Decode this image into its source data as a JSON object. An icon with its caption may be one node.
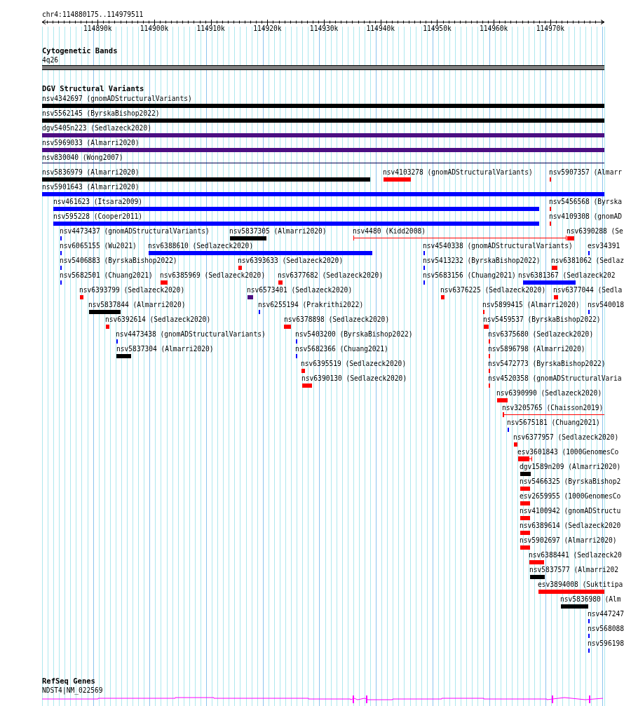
{
  "diagram": {
    "nodes": [
      {
        "text": [
          "4q26"
        ]
      },
      {
        "text": [
          "nsv4342697 (gnomADStructuralVariants)"
        ]
      },
      {
        "text": [
          "nsv5562145 (ByrskaBishop2022)"
        ]
      },
      {
        "text": [
          "dgv5405n223 (Sedlazeck2020)"
        ]
      },
      {
        "text": [
          "nsv5969033 (Almarri2020)"
        ]
      },
      {
        "text": [
          "nsv830040 (Wong2007)"
        ]
      },
      {
        "text": [
          "nsv5836979 (Almarri2020)"
        ]
      },
      {
        "text": [
          "nsv4103278 (gnomADStructuralVariants)"
        ]
      },
      {
        "text": [
          "nsv5907357 (Almarr"
        ]
      },
      {
        "text": [
          "nsv5901643 (Almarri2020)"
        ]
      },
      {
        "text": [
          "nsv461623 (Itsara2009)"
        ]
      },
      {
        "text": [
          "nsv5456568 (Byrska"
        ]
      },
      {
        "text": [
          "nsv595228 (Cooper2011)"
        ]
      },
      {
        "text": [
          "nsv4109308 (gnomAD"
        ]
      },
      {
        "text": [
          "nsv4473437 (gnomADStructuralVariants)"
        ]
      },
      {
        "text": [
          "nsv5837305 (Almarri2020)"
        ]
      },
      {
        "text": [
          "nsv4480 (Kidd2008)"
        ]
      },
      {
        "text": [
          "nsv6390288 (Se"
        ]
      },
      {
        "text": [
          "nsv6065155 (Wu2021)"
        ]
      },
      {
        "text": [
          "nsv6388610 (Sedlazeck2020)"
        ]
      },
      {
        "text": [
          "nsv4540338 (gnomADStructuralVariants)"
        ]
      },
      {
        "text": [
          "esv34391"
        ]
      },
      {
        "text": [
          "nsv5406883 (ByrskaBishop2022)"
        ]
      },
      {
        "text": [
          "nsv6393633 (Sedlazeck2020)"
        ]
      },
      {
        "text": [
          "nsv5413232 (ByrskaBishop2022)"
        ]
      },
      {
        "text": [
          "nsv6381062 (Sedlaz"
        ]
      },
      {
        "text": [
          "nsv5682501 (Chuang2021)"
        ]
      },
      {
        "text": [
          "nsv6385969 (Sedlazeck2020)"
        ]
      },
      {
        "text": [
          "nsv6377682 (Sedlazeck2020)"
        ]
      },
      {
        "text": [
          "nsv5683156 (Chuang2021)"
        ]
      },
      {
        "text": [
          "nsv6381367 (Sedlazeck202"
        ]
      },
      {
        "text": [
          "nsv6393799 (Sedlazeck2020)"
        ]
      },
      {
        "text": [
          "nsv6573401 (Sedlazeck2020)"
        ]
      },
      {
        "text": [
          "nsv6376225 (Sedlazeck2020)"
        ]
      },
      {
        "text": [
          "nsv6377044 (Sedla"
        ]
      },
      {
        "text": [
          "nsv5837844 (Almarri2020)"
        ]
      },
      {
        "text": [
          "nsv6255194 (Prakrithi2022)"
        ]
      },
      {
        "text": [
          "nsv5899415 (Almarri2020)"
        ]
      },
      {
        "text": [
          "nsv540018"
        ]
      },
      {
        "text": [
          "nsv6392614 (Sedlazeck2020)"
        ]
      },
      {
        "text": [
          "nsv6378898 (Sedlazeck2020)"
        ]
      },
      {
        "text": [
          "nsv5459537 (ByrskaBishop2022)"
        ]
      },
      {
        "text": [
          "nsv4473438 (gnomADStructuralVariants)"
        ]
      },
      {
        "text": [
          "nsv5403200 (ByrskaBishop2022)"
        ]
      },
      {
        "text": [
          "nsv6375680 (Sedlazeck2020)"
        ]
      },
      {
        "text": [
          "nsv5837304 (Almarri2020)"
        ]
      },
      {
        "text": [
          "nsv5682366 (Chuang2021)"
        ]
      },
      {
        "text": [
          "nsv5896798 (Almarri2020)"
        ]
      },
      {
        "text": [
          "nsv6395519 (Sedlazeck2020)"
        ]
      },
      {
        "text": [
          "nsv5472773 (ByrskaBishop2022)"
        ]
      },
      {
        "text": [
          "nsv6390130 (Sedlazeck2020)"
        ]
      },
      {
        "text": [
          "nsv4520358 (gnomADStructuralVaria"
        ]
      },
      {
        "text": [
          "nsv6390990 (Sedlazeck2020)"
        ]
      },
      {
        "text": [
          "nsv3205765 (Chaisson2019)"
        ]
      },
      {
        "text": [
          "nsv5675181 (Chuang2021)"
        ]
      },
      {
        "text": [
          "nsv6377957 (Sedlazeck2020)"
        ]
      },
      {
        "text": [
          "esv3601843 (1000GenomesCo"
        ]
      },
      {
        "text": [
          "dgv1589n209 (Almarri2020)"
        ]
      },
      {
        "text": [
          "nsv5466325 (ByrskaBishop2"
        ]
      },
      {
        "text": [
          "esv2659955 (1000GenomesCo"
        ]
      },
      {
        "text": [
          "nsv4100942 (gnomADStructu"
        ]
      },
      {
        "text": [
          "nsv6389614 (Sedlazeck2020"
        ]
      },
      {
        "text": [
          "nsv5902697 (Almarri2020)"
        ]
      },
      {
        "text": [
          "nsv6388441 (Sedlazeck20"
        ]
      },
      {
        "text": [
          "nsv5837577 (Almarri202"
        ]
      },
      {
        "text": [
          "esv3894008 (Suktitipa"
        ]
      },
      {
        "text": [
          "nsv5836980 (Alm"
        ]
      },
      {
        "text": [
          "nsv447247"
        ]
      },
      {
        "text": [
          "nsv568088"
        ]
      },
      {
        "text": [
          "nsv596198"
        ]
      },
      {
        "text": [
          "NDST4|NM_022569"
        ]
      }
    ],
    "labels": [
      "chr4:114880175..114979511",
      "114890k",
      "114900k",
      "114910k",
      "114920k",
      "114930k",
      "114940k",
      "114950k",
      "114960k",
      "114970k",
      "Cytogenetic Bands",
      "DGV Structural Variants",
      "RefSeq Genes"
    ]
  }
}
